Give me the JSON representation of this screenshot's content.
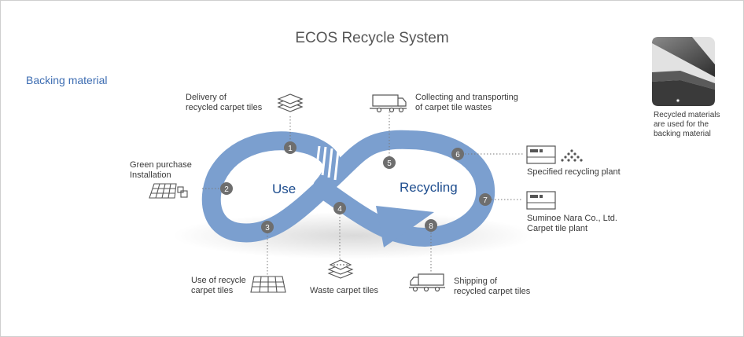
{
  "title": "ECOS Recycle System",
  "backing_label": "Backing material",
  "loop_labels": {
    "use": "Use",
    "recycling": "Recycling"
  },
  "steps": [
    {
      "num": "1",
      "label": "Delivery of\nrecycled carpet tiles",
      "icon": "stacked-tiles-icon"
    },
    {
      "num": "2",
      "label": "Green purchase\nInstallation",
      "icon": "tile-floor-icon"
    },
    {
      "num": "3",
      "label": "Use of recycle\ncarpet tiles",
      "icon": "tile-grid-icon"
    },
    {
      "num": "4",
      "label": "Waste carpet tiles",
      "icon": "waste-tiles-icon"
    },
    {
      "num": "5",
      "label": "Collecting and transporting\nof carpet tile wastes",
      "icon": "truck-icon"
    },
    {
      "num": "6",
      "label": "Specified recycling plant",
      "icon": "recycling-plant-icon"
    },
    {
      "num": "7",
      "label": "Suminoe Nara Co., Ltd.\nCarpet tile plant",
      "icon": "factory-icon"
    },
    {
      "num": "8",
      "label": "Shipping of\nrecycled carpet tiles",
      "icon": "truck-icon"
    }
  ],
  "inset_caption": "Recycled materials\nare used for the\nbacking material",
  "colors": {
    "loop": "#7b9fcf",
    "loop_dark": "#5f82b5",
    "badge": "#6e6e6e",
    "accent_text": "#3d6db2",
    "icon": "#555555"
  }
}
